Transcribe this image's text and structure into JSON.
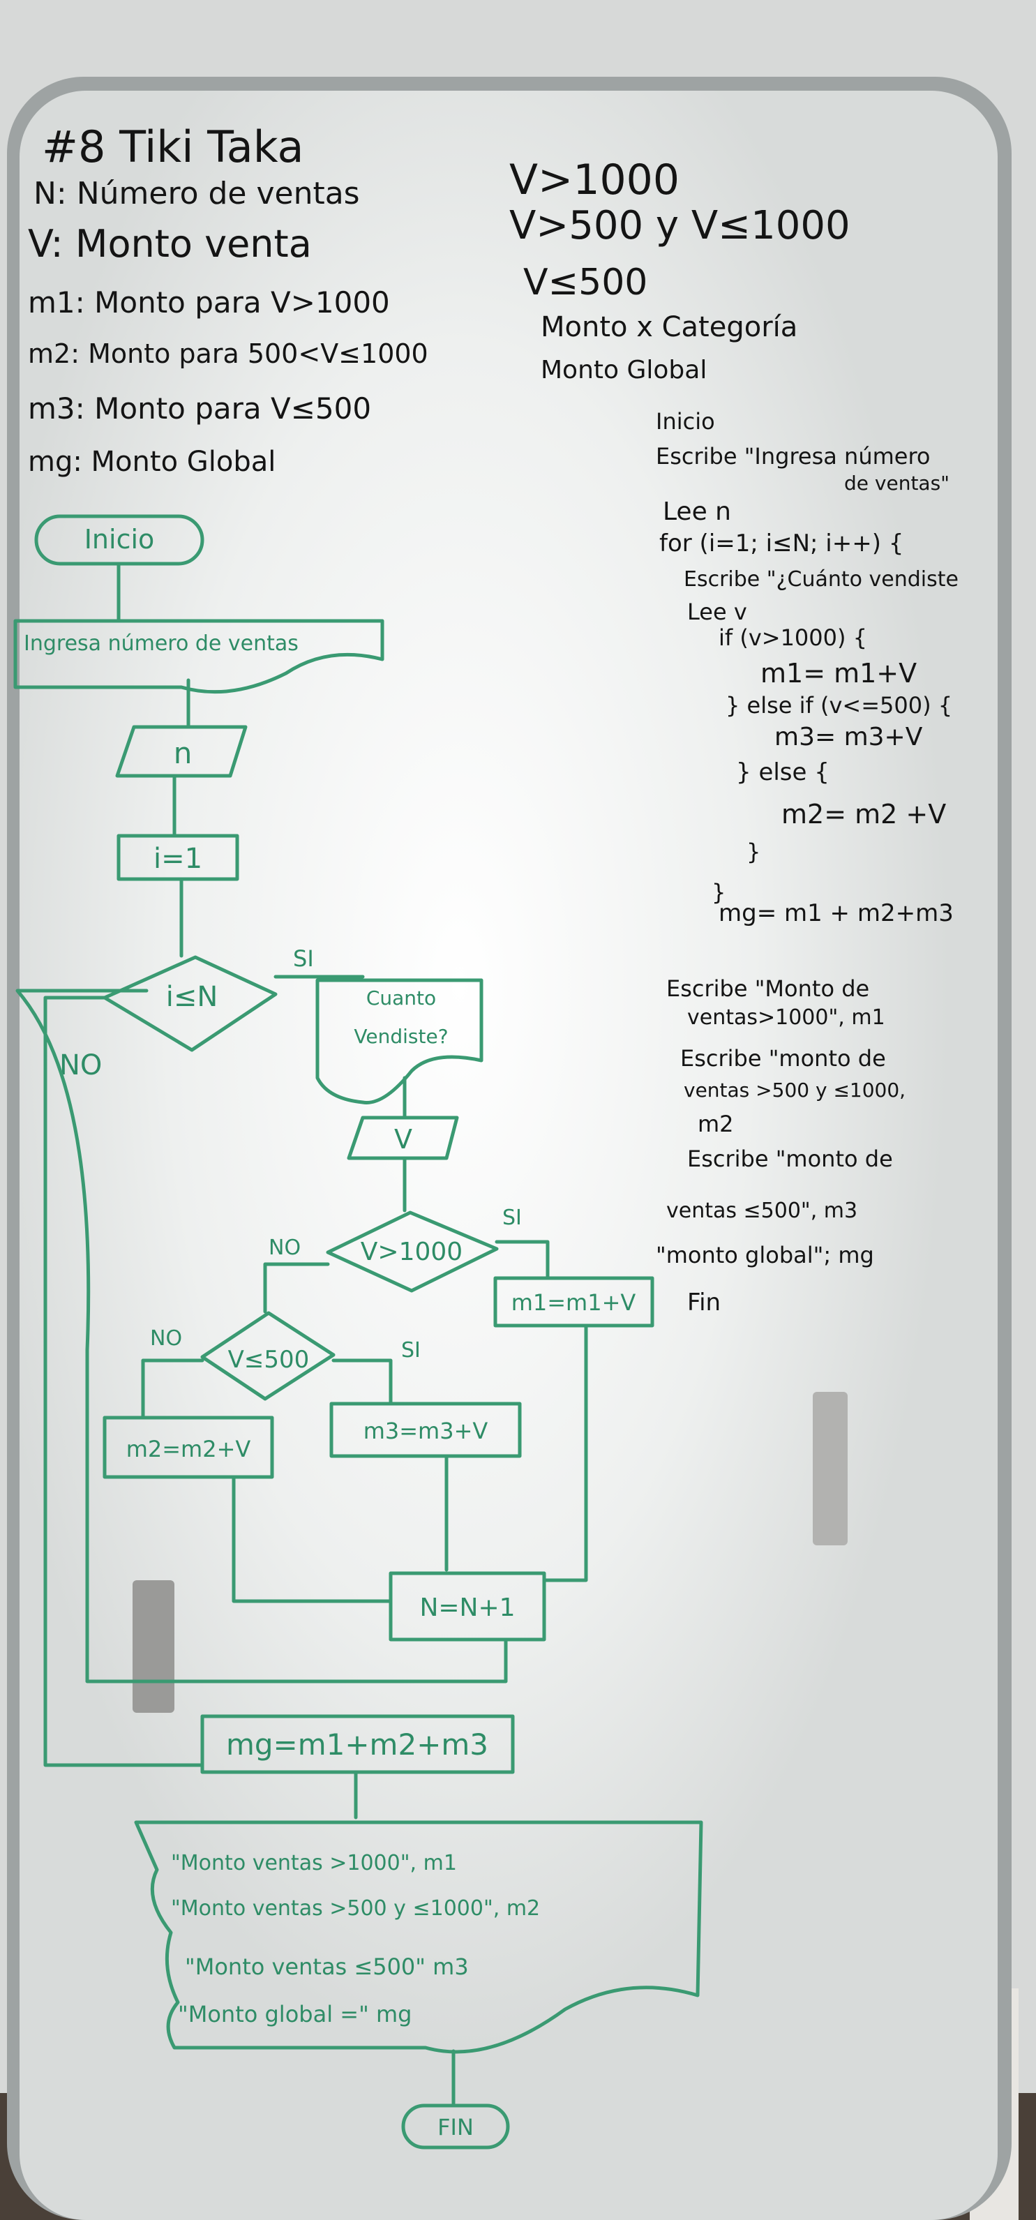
{
  "header": {
    "title": "#8 Tiki Taka",
    "definitions": [
      "N: Número de ventas",
      "V: Monto venta",
      "m1: Monto para V>1000",
      "m2: Monto para 500<V≤1000",
      "m3: Monto para V≤500",
      "mg: Monto Global"
    ],
    "conditions": [
      "V>1000",
      "V>500 y V≤1000",
      "V≤500"
    ],
    "outputs_note": [
      "Monto x Categoría",
      "Monto Global"
    ]
  },
  "pseudocode": {
    "lines": [
      "Inicio",
      "Escribe \"Ingresa número",
      "de ventas\"",
      "Lee n",
      "for (i=1; i≤N; i++) {",
      "Escribe \"¿Cuánto vendiste",
      "Lee v",
      "if (v>1000) {",
      "m1= m1+V",
      "} else if (v<=500) {",
      "m3= m3+V",
      "} else {",
      "m2= m2 +V",
      "}",
      "}",
      "mg= m1 + m2+m3",
      "Escribe \"Monto de",
      "ventas>1000\", m1",
      "Escribe \"monto de",
      "ventas >500 y ≤1000,",
      "m2",
      "Escribe \"monto de",
      "ventas ≤500\", m3",
      "\"monto global\"; mg",
      "Fin"
    ]
  },
  "flowchart": {
    "start": "Inicio",
    "prompt": "Ingresa número de ventas",
    "read_n": "n",
    "init": "i=1",
    "loop_cond": "i≤N",
    "yes": "SI",
    "no": "NO",
    "ask": [
      "Cuanto",
      "Vendiste?"
    ],
    "read_v": "V",
    "cond1": "V>1000",
    "cond2": "V≤500",
    "assign_m1": "m1=m1+V",
    "assign_m2": "m2=m2+V",
    "assign_m3": "m3=m3+V",
    "increment": "N=N+1",
    "total": "mg=m1+m2+m3",
    "output_lines": [
      "\"Monto ventas >1000\", m1",
      "\"Monto ventas >500 y ≤1000\", m2",
      "\"Monto ventas ≤500\" m3",
      "\"Monto global =\" mg"
    ],
    "end": "FIN"
  },
  "colors": {
    "marker_black": "#141414",
    "marker_green": "#2e8c66",
    "board": "#e9ebea"
  }
}
